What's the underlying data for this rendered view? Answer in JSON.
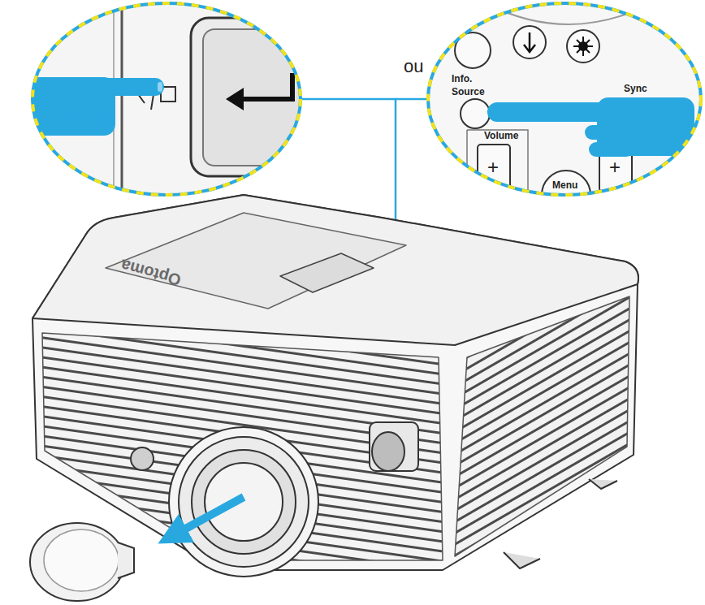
{
  "diagram": {
    "labels": [
      "ou",
      "Info.",
      "Source",
      "Sync",
      "Volume",
      "+",
      "+",
      "Menu",
      "Optoma"
    ]
  }
}
